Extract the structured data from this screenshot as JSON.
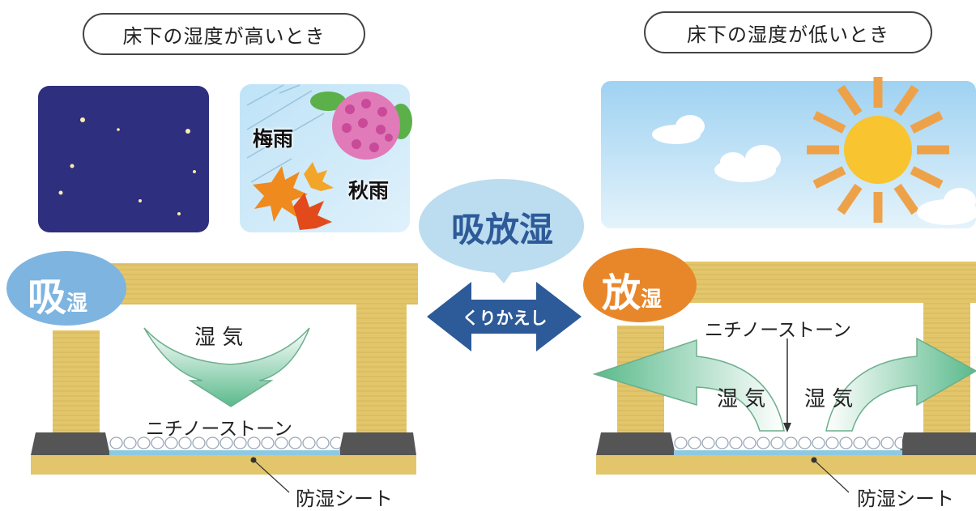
{
  "left_panel": {
    "header": "床下の湿度が高いとき",
    "rain_labels": [
      "梅雨",
      "秋雨"
    ],
    "badge": {
      "big": "吸",
      "small": "湿"
    },
    "moisture_label": "湿 気",
    "material_label": "ニチノーストーン",
    "sheet_label": "防湿シート"
  },
  "center": {
    "bubble_text": "吸放湿",
    "arrow_text": "くりかえし"
  },
  "right_panel": {
    "header": "床下の湿度が低いとき",
    "badge": {
      "big": "放",
      "small": "湿"
    },
    "material_label": "ニチノーストーン",
    "moisture_label_left": "湿 気",
    "moisture_label_right": "湿 気",
    "sheet_label": "防湿シート"
  },
  "colors": {
    "wood": "#e3c66b",
    "badge_blue": "#7db4e0",
    "badge_orange": "#e8872a",
    "arrow_navy": "#2d5a98",
    "night_bg": "#2e2f7e",
    "moon": "#f6e27a",
    "sky": "#bfe3f6",
    "sun": "#f8c430",
    "green_arrow": "#5aba8c",
    "concrete": "#555555",
    "sheet_blue": "#8ec9e0"
  }
}
